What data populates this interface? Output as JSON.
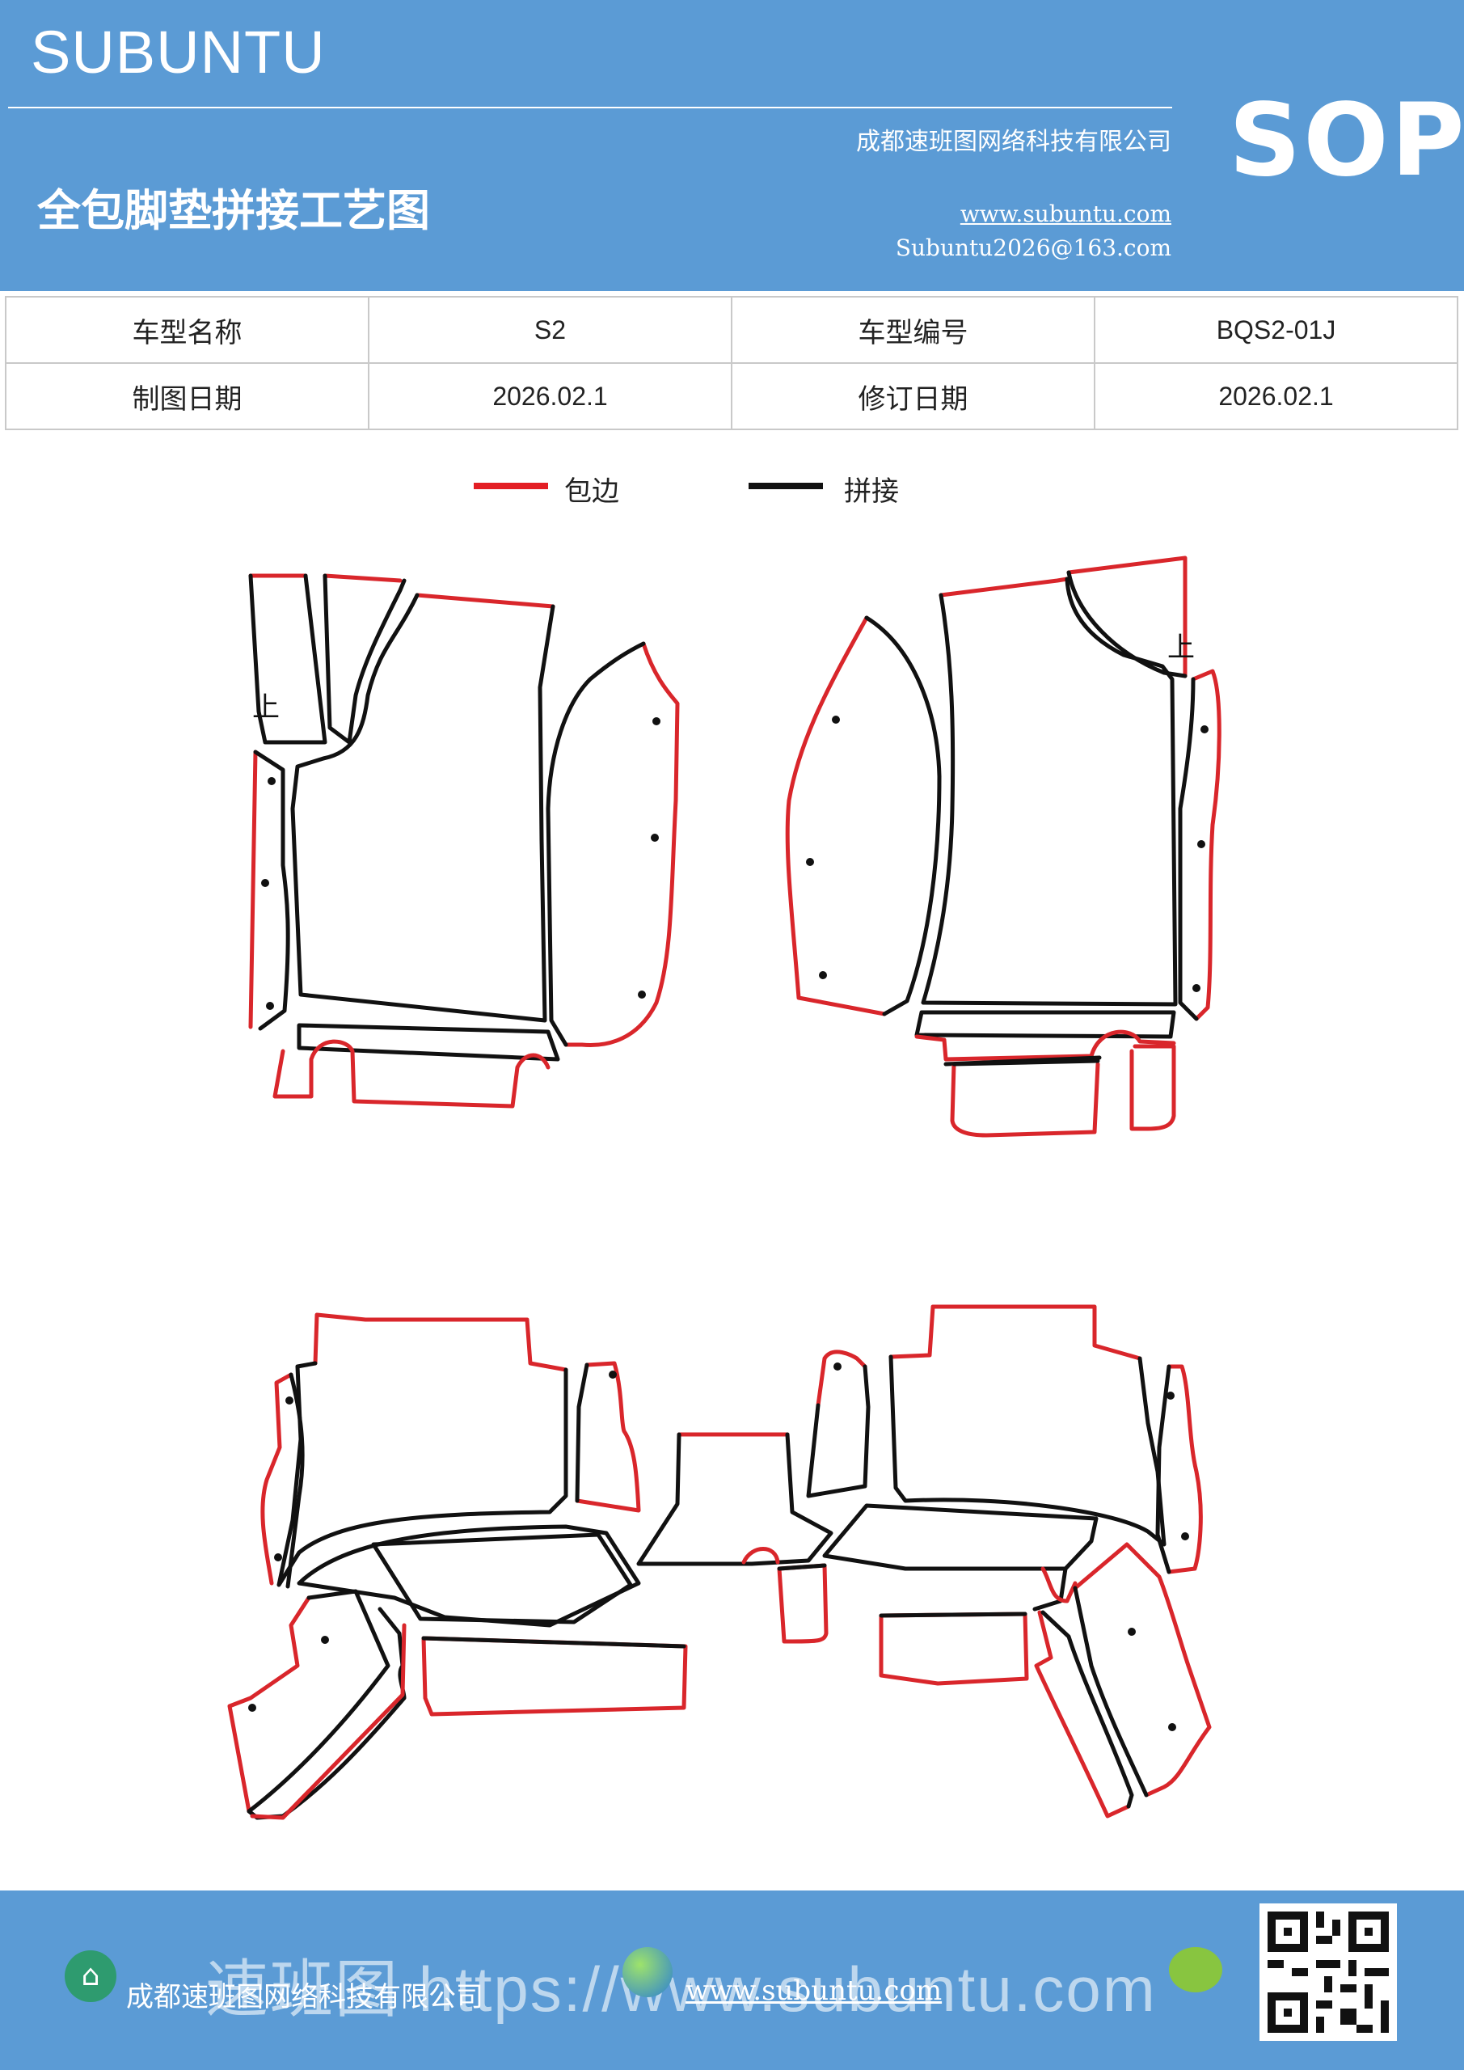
{
  "header": {
    "brand": "SUBUNTU",
    "company": "成都速班图网络科技有限公司",
    "title": "全包脚垫拼接工艺图",
    "website": "www.subuntu.com",
    "email": "Subuntu2026@163.com",
    "badge": "SOP"
  },
  "info_table": {
    "rows": [
      [
        "车型名称",
        "S2",
        "车型编号",
        "BQS2-01J"
      ],
      [
        "制图日期",
        "2026.02.1",
        "修订日期",
        "2026.02.1"
      ]
    ]
  },
  "legend": {
    "items": [
      {
        "label": "包边",
        "color": "#e31e24"
      },
      {
        "label": "拼接",
        "color": "#111111"
      }
    ]
  },
  "diagram": {
    "up_mark_left": "上",
    "up_mark_right": "上",
    "colors": {
      "edge": "#d9262b",
      "seam": "#111111"
    }
  },
  "footer": {
    "company": "成都速班图网络科技有限公司",
    "overlay": "速班图 https://www.subuntu.com",
    "website": "www.subuntu.com"
  }
}
